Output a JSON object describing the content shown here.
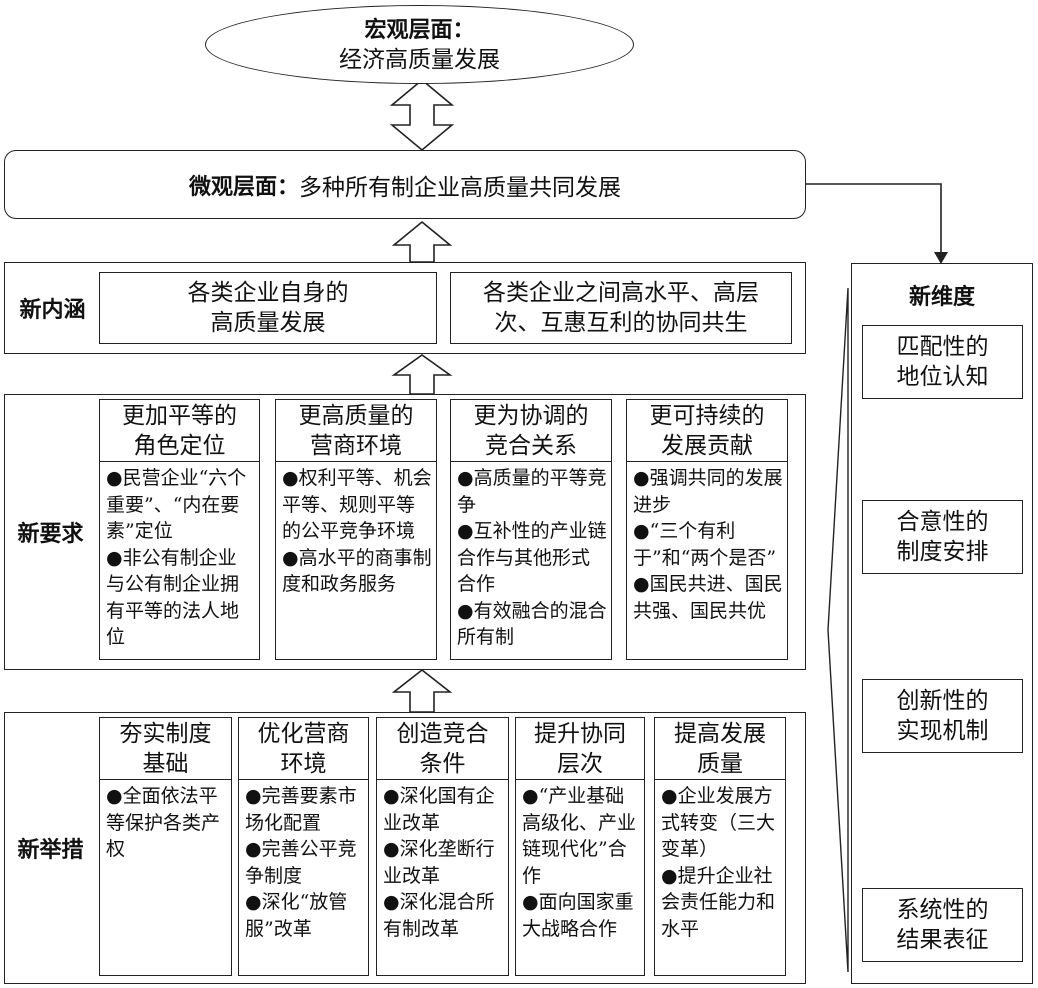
{
  "macro": {
    "title": "宏观层面：",
    "subtitle": "经济高质量发展"
  },
  "micro": {
    "label": "微观层面：",
    "text": "多种所有制企业高质量共同发展"
  },
  "new_connotation": {
    "label": "新内涵",
    "items": [
      "各类企业自身的\n高质量发展",
      "各类企业之间高水平、高层\n次、互惠互利的协同共生"
    ]
  },
  "new_requirements": {
    "label": "新要求",
    "columns": [
      {
        "header": "更加平等的\n角色定位",
        "body": "●民营企业“六个重要”、“内在要素”定位\n●非公有制企业与公有制企业拥有平等的法人地位"
      },
      {
        "header": "更高质量的\n营商环境",
        "body": "●权利平等、机会平等、规则平等的公平竞争环境\n●高水平的商事制度和政务服务"
      },
      {
        "header": "更为协调的\n竞合关系",
        "body": "●高质量的平等竞争\n●互补性的产业链合作与其他形式合作\n●有效融合的混合所有制"
      },
      {
        "header": "更可持续的\n发展贡献",
        "body": "●强调共同的发展进步\n●“三个有利于”和“两个是否”\n●国民共进、国民共强、国民共优"
      }
    ]
  },
  "new_measures": {
    "label": "新举措",
    "columns": [
      {
        "header": "夯实制度\n基础",
        "body": "●全面依法平等保护各类产权"
      },
      {
        "header": "优化营商\n环境",
        "body": "●完善要素市场化配置\n●完善公平竞争制度\n●深化“放管服”改革"
      },
      {
        "header": "创造竞合\n条件",
        "body": "●深化国有企业改革\n●深化垄断行业改革\n●深化混合所有制改革"
      },
      {
        "header": "提升协同\n层次",
        "body": "●“产业基础高级化、产业链现代化”合作\n●面向国家重大战略合作"
      },
      {
        "header": "提高发展\n质量",
        "body": "●企业发展方式转变（三大变革）\n●提升企业社会责任能力和水平"
      }
    ]
  },
  "new_dimension": {
    "label": "新维度",
    "items": [
      "匹配性的\n地位认知",
      "合意性的\n制度安排",
      "创新性的\n实现机制",
      "系统性的\n结果表征"
    ]
  }
}
